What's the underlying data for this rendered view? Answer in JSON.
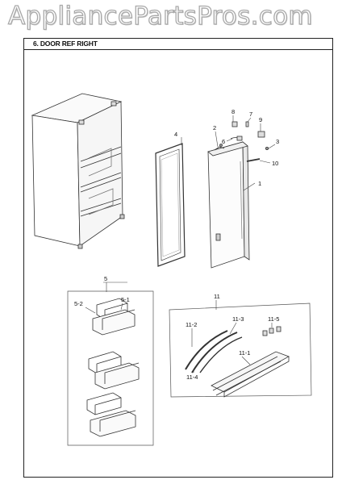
{
  "watermark": "AppliancePartsPros.com",
  "section_title": "6. DOOR REF RIGHT",
  "callouts": {
    "c1": "1",
    "c2": "2",
    "c3": "3",
    "c4": "4",
    "c5": "5",
    "c6": "6",
    "c7": "7",
    "c8": "8",
    "c9": "9",
    "c10": "10",
    "c11": "11",
    "c5_1": "5-1",
    "c5_2": "5-2",
    "c11_1": "11-1",
    "c11_2": "11-2",
    "c11_3": "11-3",
    "c11_4": "11-4",
    "c11_5": "11-5"
  }
}
